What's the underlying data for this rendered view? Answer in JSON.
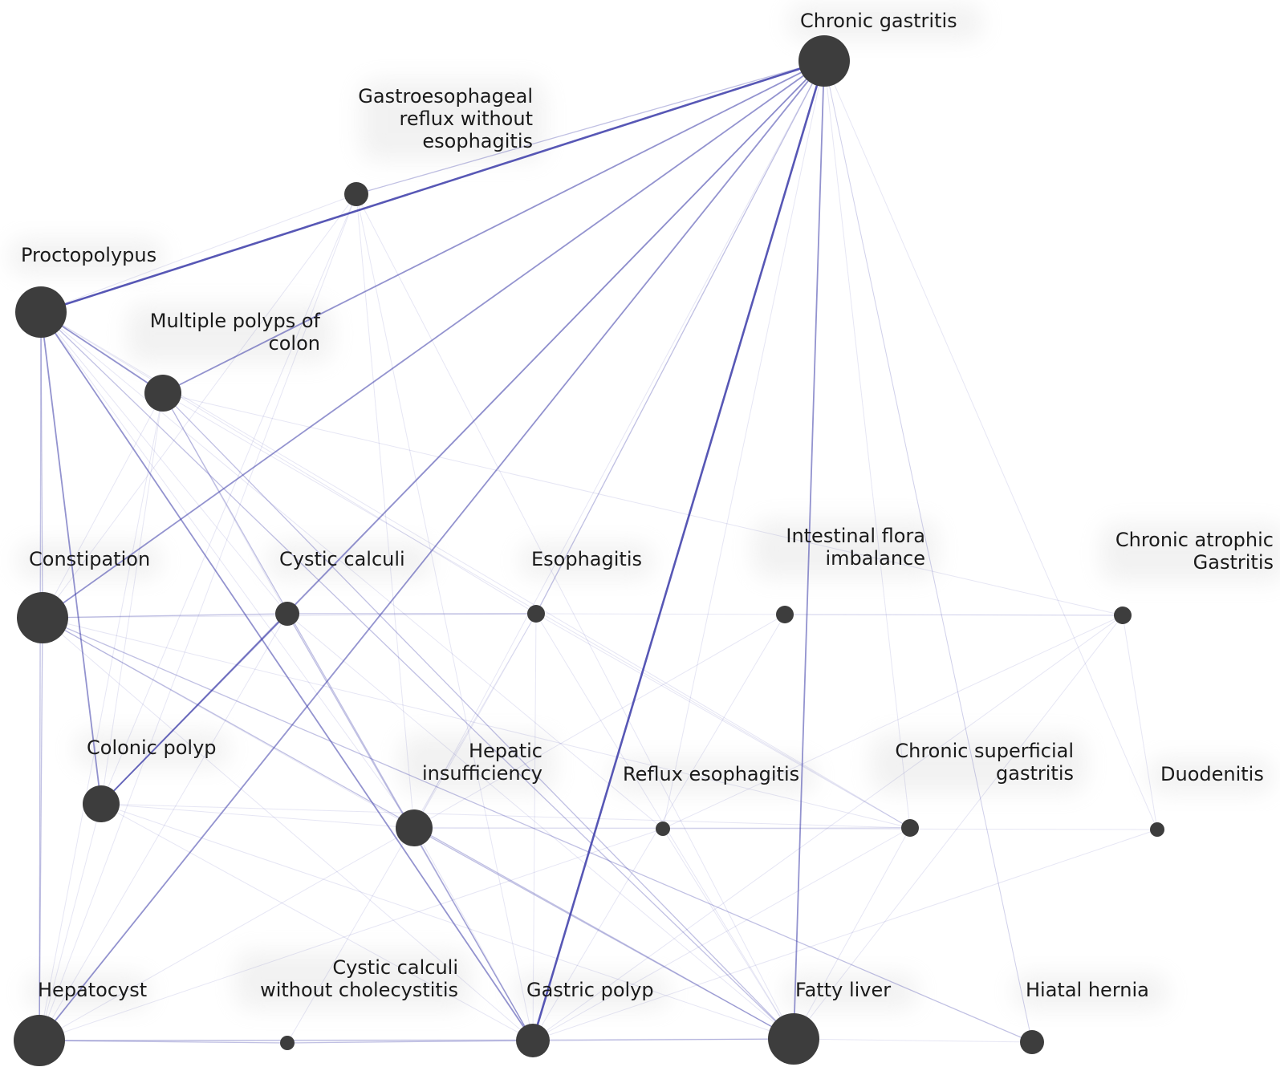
{
  "nodes": [
    {
      "id": "chronic-gastritis",
      "label": "Chronic gastritis",
      "size": "xlarge"
    },
    {
      "id": "gastroesophageal-reflux",
      "label": "Gastroesophageal reflux without esophagitis",
      "label_lines": [
        "Gastroesophageal",
        "reflux without",
        "esophagitis"
      ],
      "size": "small"
    },
    {
      "id": "proctopolypus",
      "label": "Proctopolypus",
      "size": "xlarge"
    },
    {
      "id": "multiple-polyps-of-colon",
      "label": "Multiple polyps of colon",
      "label_lines": [
        "Multiple polyps of",
        "colon"
      ],
      "size": "medium"
    },
    {
      "id": "constipation",
      "label": "Constipation",
      "size": "xlarge"
    },
    {
      "id": "cystic-calculi",
      "label": "Cystic calculi",
      "size": "small"
    },
    {
      "id": "esophagitis",
      "label": "Esophagitis",
      "size": "xsmall"
    },
    {
      "id": "intestinal-flora-imbalance",
      "label": "Intestinal flora imbalance",
      "label_lines": [
        "Intestinal flora",
        "imbalance"
      ],
      "size": "xsmall"
    },
    {
      "id": "chronic-atrophic-gastritis",
      "label": "Chronic atrophic Gastritis",
      "label_lines": [
        "Chronic atrophic",
        "Gastritis"
      ],
      "size": "xsmall"
    },
    {
      "id": "colonic-polyp",
      "label": "Colonic polyp",
      "size": "medium"
    },
    {
      "id": "hepatic-insufficiency",
      "label": "Hepatic insufficiency",
      "label_lines": [
        "Hepatic",
        "insufficiency"
      ],
      "size": "medium"
    },
    {
      "id": "reflux-esophagitis",
      "label": "Reflux esophagitis",
      "size": "xxsmall"
    },
    {
      "id": "chronic-superficial-gastritis",
      "label": "Chronic superficial gastritis",
      "label_lines": [
        "Chronic superficial",
        "gastritis"
      ],
      "size": "xsmall"
    },
    {
      "id": "duodenitis",
      "label": "Duodenitis",
      "size": "xxsmall"
    },
    {
      "id": "hepatocyst",
      "label": "Hepatocyst",
      "size": "xlarge"
    },
    {
      "id": "cystic-calculi-without-cholecystitis",
      "label": "Cystic calculi without cholecystitis",
      "label_lines": [
        "Cystic calculi",
        "without cholecystitis"
      ],
      "size": "xxsmall"
    },
    {
      "id": "gastric-polyp",
      "label": "Gastric polyp",
      "size": "large"
    },
    {
      "id": "fatty-liver",
      "label": "Fatty liver",
      "size": "xlarge"
    },
    {
      "id": "hiatal-hernia",
      "label": "Hiatal hernia",
      "size": "small"
    }
  ],
  "edges": [
    [
      "chronic-gastritis",
      "proctopolypus",
      "strong"
    ],
    [
      "chronic-gastritis",
      "gastric-polyp",
      "strong"
    ],
    [
      "chronic-gastritis",
      "fatty-liver",
      "medium"
    ],
    [
      "chronic-gastritis",
      "colonic-polyp",
      "medium"
    ],
    [
      "chronic-gastritis",
      "multiple-polyps-of-colon",
      "medium"
    ],
    [
      "chronic-gastritis",
      "constipation",
      "medium"
    ],
    [
      "chronic-gastritis",
      "hepatocyst",
      "medium"
    ],
    [
      "chronic-gastritis",
      "esophagitis",
      "light"
    ],
    [
      "chronic-gastritis",
      "gastroesophageal-reflux",
      "light"
    ],
    [
      "chronic-gastritis",
      "duodenitis",
      "faint"
    ],
    [
      "chronic-gastritis",
      "hepatic-insufficiency",
      "faint"
    ],
    [
      "chronic-gastritis",
      "cystic-calculi",
      "faint"
    ],
    [
      "chronic-gastritis",
      "reflux-esophagitis",
      "faint"
    ],
    [
      "chronic-gastritis",
      "chronic-superficial-gastritis",
      "faint"
    ],
    [
      "chronic-gastritis",
      "hiatal-hernia",
      "faint"
    ],
    [
      "proctopolypus",
      "multiple-polyps-of-colon",
      "medium"
    ],
    [
      "proctopolypus",
      "colonic-polyp",
      "medium"
    ],
    [
      "proctopolypus",
      "gastric-polyp",
      "medium"
    ],
    [
      "proctopolypus",
      "fatty-liver",
      "light"
    ],
    [
      "proctopolypus",
      "hepatocyst",
      "light"
    ],
    [
      "proctopolypus",
      "constipation",
      "light"
    ],
    [
      "proctopolypus",
      "cystic-calculi",
      "faint"
    ],
    [
      "proctopolypus",
      "hepatic-insufficiency",
      "faint"
    ],
    [
      "proctopolypus",
      "esophagitis",
      "faint"
    ],
    [
      "proctopolypus",
      "chronic-superficial-gastritis",
      "faint"
    ],
    [
      "proctopolypus",
      "reflux-esophagitis",
      "faint"
    ],
    [
      "multiple-polyps-of-colon",
      "gastric-polyp",
      "light"
    ],
    [
      "multiple-polyps-of-colon",
      "fatty-liver",
      "light"
    ],
    [
      "multiple-polyps-of-colon",
      "hepatocyst",
      "faint"
    ],
    [
      "multiple-polyps-of-colon",
      "constipation",
      "faint"
    ],
    [
      "multiple-polyps-of-colon",
      "chronic-superficial-gastritis",
      "faint"
    ],
    [
      "multiple-polyps-of-colon",
      "chronic-atrophic-gastritis",
      "faint"
    ],
    [
      "multiple-polyps-of-colon",
      "cystic-calculi",
      "faint"
    ],
    [
      "multiple-polyps-of-colon",
      "colonic-polyp",
      "faint"
    ],
    [
      "gastroesophageal-reflux",
      "proctopolypus",
      "faint"
    ],
    [
      "gastroesophageal-reflux",
      "constipation",
      "faint"
    ],
    [
      "gastroesophageal-reflux",
      "hepatocyst",
      "faint"
    ],
    [
      "gastroesophageal-reflux",
      "gastric-polyp",
      "faint"
    ],
    [
      "gastroesophageal-reflux",
      "fatty-liver",
      "faint"
    ],
    [
      "gastroesophageal-reflux",
      "colonic-polyp",
      "faint"
    ],
    [
      "gastroesophageal-reflux",
      "hepatic-insufficiency",
      "faint"
    ],
    [
      "constipation",
      "cystic-calculi",
      "light"
    ],
    [
      "constipation",
      "hepatocyst",
      "light"
    ],
    [
      "constipation",
      "fatty-liver",
      "light"
    ],
    [
      "constipation",
      "hiatal-hernia",
      "light"
    ],
    [
      "constipation",
      "gastric-polyp",
      "faint"
    ],
    [
      "constipation",
      "chronic-superficial-gastritis",
      "faint"
    ],
    [
      "constipation",
      "hepatic-insufficiency",
      "faint"
    ],
    [
      "constipation",
      "esophagitis",
      "faint"
    ],
    [
      "cystic-calculi",
      "colonic-polyp",
      "medium"
    ],
    [
      "cystic-calculi",
      "gastric-polyp",
      "light"
    ],
    [
      "cystic-calculi",
      "esophagitis",
      "light"
    ],
    [
      "cystic-calculi",
      "fatty-liver",
      "faint"
    ],
    [
      "cystic-calculi",
      "hepatocyst",
      "faint"
    ],
    [
      "esophagitis",
      "gastric-polyp",
      "faint"
    ],
    [
      "esophagitis",
      "fatty-liver",
      "faint"
    ],
    [
      "esophagitis",
      "hepatic-insufficiency",
      "faint"
    ],
    [
      "esophagitis",
      "chronic-atrophic-gastritis",
      "faint"
    ],
    [
      "esophagitis",
      "chronic-superficial-gastritis",
      "faint"
    ],
    [
      "intestinal-flora-imbalance",
      "hepatic-insufficiency",
      "faint"
    ],
    [
      "intestinal-flora-imbalance",
      "gastric-polyp",
      "faint"
    ],
    [
      "intestinal-flora-imbalance",
      "chronic-atrophic-gastritis",
      "faint"
    ],
    [
      "chronic-atrophic-gastritis",
      "gastric-polyp",
      "faint"
    ],
    [
      "chronic-atrophic-gastritis",
      "fatty-liver",
      "faint"
    ],
    [
      "chronic-atrophic-gastritis",
      "reflux-esophagitis",
      "faint"
    ],
    [
      "chronic-atrophic-gastritis",
      "duodenitis",
      "faint"
    ],
    [
      "colonic-polyp",
      "gastric-polyp",
      "faint"
    ],
    [
      "colonic-polyp",
      "fatty-liver",
      "faint"
    ],
    [
      "colonic-polyp",
      "hepatocyst",
      "faint"
    ],
    [
      "colonic-polyp",
      "hepatic-insufficiency",
      "faint"
    ],
    [
      "colonic-polyp",
      "chronic-superficial-gastritis",
      "faint"
    ],
    [
      "hepatic-insufficiency",
      "fatty-liver",
      "light"
    ],
    [
      "hepatic-insufficiency",
      "hepatocyst",
      "faint"
    ],
    [
      "hepatic-insufficiency",
      "gastric-polyp",
      "faint"
    ],
    [
      "hepatic-insufficiency",
      "chronic-superficial-gastritis",
      "faint"
    ],
    [
      "hepatic-insufficiency",
      "duodenitis",
      "faint"
    ],
    [
      "reflux-esophagitis",
      "fatty-liver",
      "faint"
    ],
    [
      "reflux-esophagitis",
      "chronic-superficial-gastritis",
      "faint"
    ],
    [
      "reflux-esophagitis",
      "hepatocyst",
      "faint"
    ],
    [
      "chronic-superficial-gastritis",
      "fatty-liver",
      "faint"
    ],
    [
      "chronic-superficial-gastritis",
      "gastric-polyp",
      "faint"
    ],
    [
      "duodenitis",
      "gastric-polyp",
      "faint"
    ],
    [
      "hepatocyst",
      "cystic-calculi-without-cholecystitis",
      "light"
    ],
    [
      "hepatocyst",
      "gastric-polyp",
      "light"
    ],
    [
      "hepatocyst",
      "fatty-liver",
      "faint"
    ],
    [
      "cystic-calculi-without-cholecystitis",
      "gastric-polyp",
      "light"
    ],
    [
      "cystic-calculi-without-cholecystitis",
      "esophagitis",
      "faint"
    ],
    [
      "gastric-polyp",
      "fatty-liver",
      "light"
    ],
    [
      "fatty-liver",
      "hiatal-hernia",
      "faint"
    ],
    [
      "hiatal-hernia",
      "chronic-gastritis",
      "faint"
    ]
  ],
  "colors": {
    "node": "#3d3d3d",
    "edge": "#3a3aa8",
    "label": "#1a1a1a",
    "halo": "#d9d9d9"
  }
}
